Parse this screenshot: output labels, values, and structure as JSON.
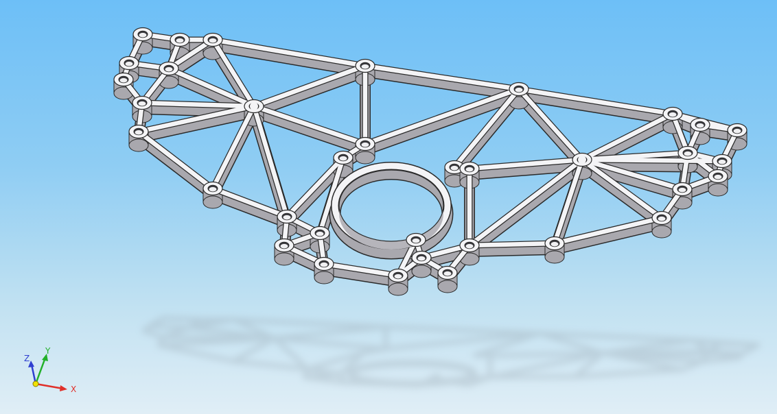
{
  "viewport": {
    "background_top": "#6dbff7",
    "background_bottom": "#e0eef6"
  },
  "part": {
    "face_color": "#f4f4f6",
    "side_color": "#a9a8ae",
    "edge_color": "#2a2a2a",
    "shadow_color": "#9aa8b2"
  },
  "triad": {
    "x_label": "X",
    "y_label": "Y",
    "z_label": "Z",
    "x_color": "#e0302a",
    "y_color": "#22b02a",
    "z_color": "#2f3fd0",
    "origin_color": "#f2e200"
  }
}
